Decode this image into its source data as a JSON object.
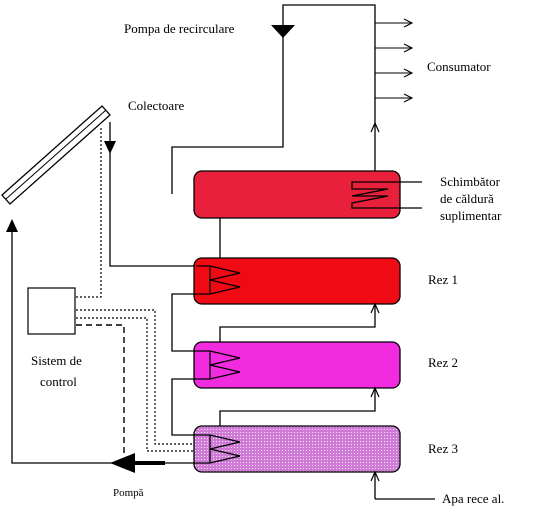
{
  "labels": {
    "pump_recirculation": "Pompa de recirculare",
    "consumer": "Consumator",
    "collectors": "Colectoare",
    "heat_exchanger_line1": "Schimbător",
    "heat_exchanger_line2": "de căldură",
    "heat_exchanger_line3": "suplimentar",
    "tank1": "Rez 1",
    "tank2": "Rez 2",
    "tank3": "Rez 3",
    "control_line1": "Sistem de",
    "control_line2": "control",
    "pump": "Pompă",
    "cold_water": "Apa rece al."
  },
  "colors": {
    "supplementary_exchanger": "#e8203c",
    "tank1": "#f00a14",
    "tank2": "#f22be0",
    "tank3": "#cf7ad6",
    "line": "#000000",
    "background": "#ffffff"
  }
}
